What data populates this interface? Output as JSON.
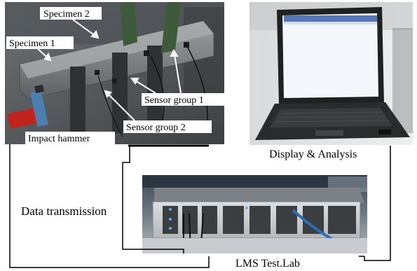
{
  "photos": {
    "specimen": {
      "labels": {
        "specimen2": "Specimen 2",
        "specimen1": "Specimen 1",
        "sensor_group1": "Sensor group 1",
        "sensor_group2": "Sensor group 2",
        "impact_hammer": "Impact hammer"
      }
    },
    "laptop": {
      "caption": "Display & Analysis"
    },
    "lms": {
      "caption": "LMS Test.Lab"
    }
  },
  "connections": {
    "data_transmission_label": "Data transmission"
  },
  "colors": {
    "label_bg": "#ffffff",
    "line": "#000000",
    "steel": "#7d7f80",
    "floor": "#5b5f62",
    "hammer_red": "#c0231e",
    "screen": "#f4f6fb",
    "laptop_body": "#2a2b2d",
    "device_front": "#cfd2d4"
  }
}
